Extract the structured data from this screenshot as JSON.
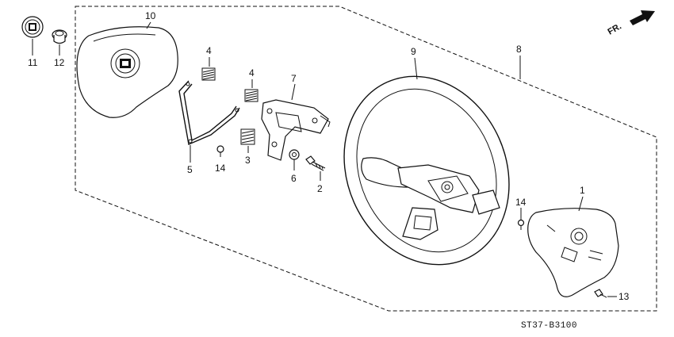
{
  "diagram_code": "ST37-B3100",
  "direction_label": "FR.",
  "callouts": {
    "c1": "1",
    "c2": "2",
    "c3": "3",
    "c4a": "4",
    "c4b": "4",
    "c5": "5",
    "c6": "6",
    "c7": "7",
    "c8": "8",
    "c9": "9",
    "c10": "10",
    "c11": "11",
    "c12": "12",
    "c13": "13",
    "c14a": "14",
    "c14b": "14"
  }
}
